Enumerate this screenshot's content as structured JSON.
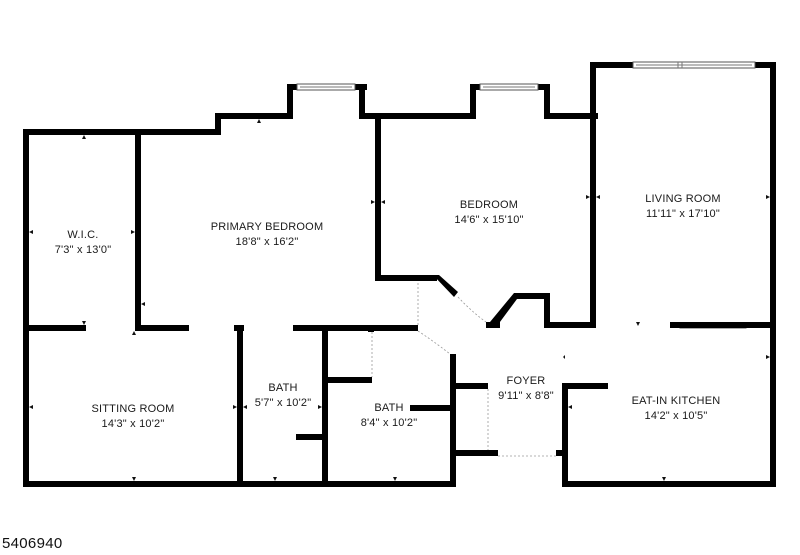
{
  "rooms": [
    {
      "id": "wic",
      "name": "W.I.C.",
      "dimensions": "7'3\" x 13'0\""
    },
    {
      "id": "primary-bedroom",
      "name": "PRIMARY BEDROOM",
      "dimensions": "18'8\" x 16'2\""
    },
    {
      "id": "bedroom",
      "name": "BEDROOM",
      "dimensions": "14'6\" x 15'10\""
    },
    {
      "id": "living-room",
      "name": "LIVING ROOM",
      "dimensions": "11'11\" x 17'10\""
    },
    {
      "id": "sitting-room",
      "name": "SITTING ROOM",
      "dimensions": "14'3\" x 10'2\""
    },
    {
      "id": "bath-1",
      "name": "BATH",
      "dimensions": "5'7\" x 10'2\""
    },
    {
      "id": "bath-2",
      "name": "BATH",
      "dimensions": "8'4\" x 10'2\""
    },
    {
      "id": "foyer",
      "name": "FOYER",
      "dimensions": "9'11\" x 8'8\""
    },
    {
      "id": "eat-in-kitchen",
      "name": "EAT-IN KITCHEN",
      "dimensions": "14'2\" x 10'5\""
    }
  ],
  "listing_id": "5406940"
}
